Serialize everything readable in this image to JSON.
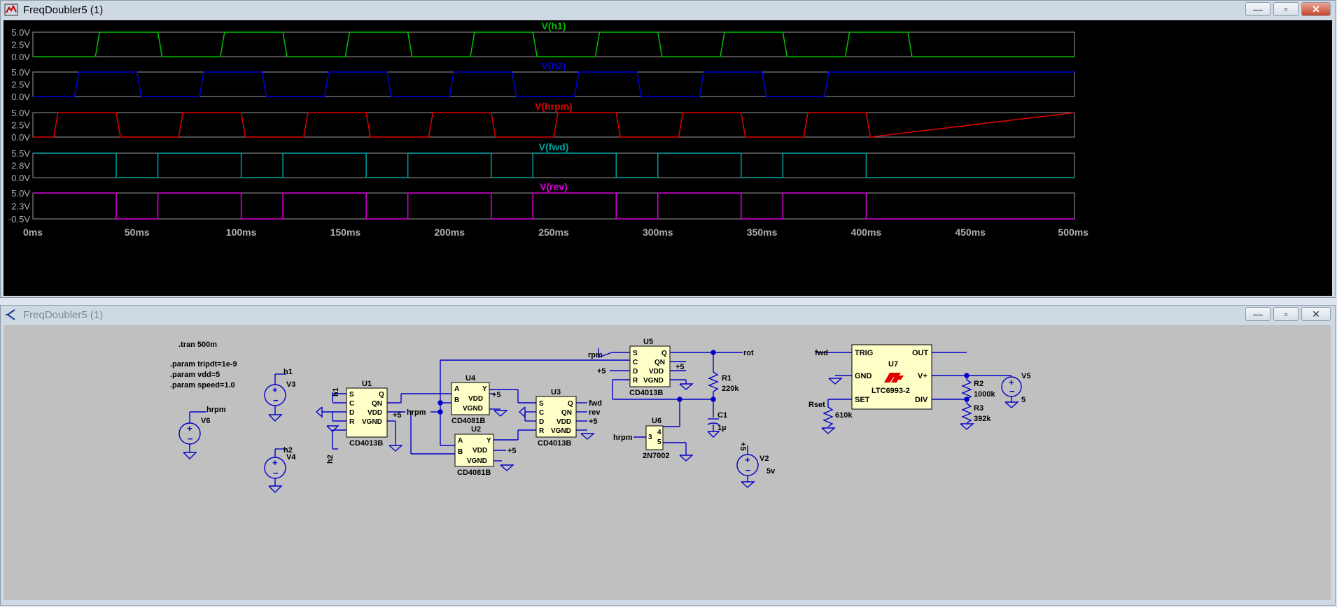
{
  "waveform_window": {
    "title": "FreqDoubler5 (1)",
    "buttons": {
      "minimize": "—",
      "maximize": "▫",
      "close": "✕"
    },
    "traces": [
      {
        "name": "V(h1)",
        "color": "#00c000",
        "ticks": [
          "5.0V",
          "2.5V",
          "0.0V"
        ],
        "kind": "sq",
        "period": 60,
        "high": 30,
        "offset": 30,
        "end": 420,
        "tail": "low"
      },
      {
        "name": "V(h2)",
        "color": "#0000e0",
        "ticks": [
          "5.0V",
          "2.5V",
          "0.0V"
        ],
        "kind": "sq",
        "period": 60,
        "high": 30,
        "offset": 20,
        "end": 380,
        "tail": "high"
      },
      {
        "name": "V(hrpm)",
        "color": "#e00000",
        "ticks": [
          "5.0V",
          "2.5V",
          "0.0V"
        ],
        "kind": "sq",
        "period": 60,
        "high": 30,
        "offset": 10,
        "end": 400,
        "tail": "high"
      },
      {
        "name": "V(fwd)",
        "color": "#00a0a0",
        "ticks": [
          "5.5V",
          "2.8V",
          "0.0V"
        ],
        "kind": "pulse",
        "period": 60,
        "width": 40,
        "end": 400
      },
      {
        "name": "V(rev)",
        "color": "#e000e0",
        "ticks": [
          "5.0V",
          "2.3V",
          "-0.5V"
        ],
        "kind": "pulse",
        "period": 60,
        "width": 40,
        "end": 400
      }
    ],
    "x_axis": {
      "ticks": [
        "0ms",
        "50ms",
        "100ms",
        "150ms",
        "200ms",
        "250ms",
        "300ms",
        "350ms",
        "400ms",
        "450ms",
        "500ms"
      ],
      "max_ms": 500
    }
  },
  "schematic_window": {
    "title": "FreqDoubler5 (1)",
    "buttons": {
      "minimize": "—",
      "maximize": "▫",
      "close": "✕"
    },
    "directives": [
      ".tran 500m",
      ".param tripdt=1e-9",
      ".param vdd=5",
      ".param speed=1.0"
    ],
    "labels": {
      "v6": "V6",
      "v3": "V3",
      "v4": "V4",
      "v2": "V2",
      "v5": "V5",
      "h1": "h1",
      "h2": "h2",
      "hrpm": "hrpm",
      "rpm": "rpm",
      "rot": "rot",
      "fwd": "fwd",
      "rev": "rev",
      "plus5": "+5",
      "u1": "U1",
      "u2": "U2",
      "u3": "U3",
      "u4": "U4",
      "u5": "U5",
      "u6": "U6",
      "u7": "U7",
      "cd4013b": "CD4013B",
      "cd4081b": "CD4081B",
      "n2n7002": "2N7002",
      "ltc": "LTC6993-2",
      "r1": "R1",
      "r1v": "220k",
      "c1": "C1",
      "c1v": "1µ",
      "r2": "R2",
      "r2v": "1000k",
      "r3": "R3",
      "r3v": "392k",
      "rset": "Rset",
      "rsetv": "610k",
      "v2v": "5v",
      "v5v": "5",
      "pin_s": "S",
      "pin_c": "C",
      "pin_d": "D",
      "pin_r": "R",
      "pin_q": "Q",
      "pin_qn": "QN",
      "pin_vdd": "VDD",
      "pin_vgnd": "VGND",
      "pin_a": "A",
      "pin_b": "B",
      "pin_y": "Y",
      "pin_3": "3",
      "pin_4": "4",
      "pin_5": "5",
      "pin_trig": "TRIG",
      "pin_out": "OUT",
      "pin_gnd": "GND",
      "pin_vplus": "V+",
      "pin_set": "SET",
      "pin_div": "DIV"
    }
  }
}
